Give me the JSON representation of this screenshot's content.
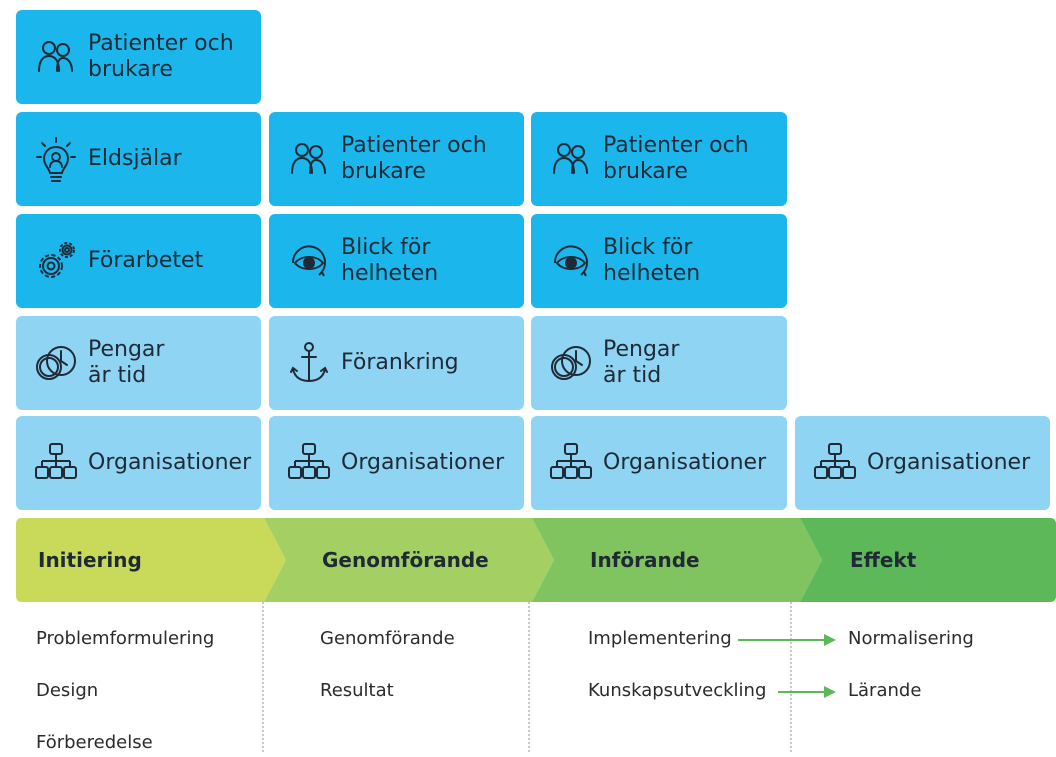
{
  "boxes": [
    {
      "id": "c1r1",
      "icon": "people-icon",
      "lines": [
        "Patienter och",
        "brukare"
      ],
      "shade": "dark"
    },
    {
      "id": "c1r2",
      "icon": "lightbulb-icon",
      "lines": [
        "Eldsjälar"
      ],
      "shade": "dark"
    },
    {
      "id": "c1r3",
      "icon": "gears-icon",
      "lines": [
        "Förarbetet"
      ],
      "shade": "dark"
    },
    {
      "id": "c1r4",
      "icon": "coins-clock-icon",
      "lines": [
        "Pengar",
        "är tid"
      ],
      "shade": "light"
    },
    {
      "id": "c1r5",
      "icon": "org-chart-icon",
      "lines": [
        "Organisationer"
      ],
      "shade": "light"
    },
    {
      "id": "c2r2",
      "icon": "people-icon",
      "lines": [
        "Patienter och",
        "brukare"
      ],
      "shade": "dark"
    },
    {
      "id": "c2r3",
      "icon": "eye-circle-icon",
      "lines": [
        "Blick för",
        "helheten"
      ],
      "shade": "dark"
    },
    {
      "id": "c2r4",
      "icon": "anchor-icon",
      "lines": [
        "Förankring"
      ],
      "shade": "light"
    },
    {
      "id": "c2r5",
      "icon": "org-chart-icon",
      "lines": [
        "Organisationer"
      ],
      "shade": "light"
    },
    {
      "id": "c3r2",
      "icon": "people-icon",
      "lines": [
        "Patienter och",
        "brukare"
      ],
      "shade": "dark"
    },
    {
      "id": "c3r3",
      "icon": "eye-circle-icon",
      "lines": [
        "Blick för",
        "helheten"
      ],
      "shade": "dark"
    },
    {
      "id": "c3r4",
      "icon": "coins-clock-icon",
      "lines": [
        "Pengar",
        "är tid"
      ],
      "shade": "light"
    },
    {
      "id": "c3r5",
      "icon": "org-chart-icon",
      "lines": [
        "Organisationer"
      ],
      "shade": "light"
    },
    {
      "id": "c4r5",
      "icon": "org-chart-icon",
      "lines": [
        "Organisationer"
      ],
      "shade": "light"
    }
  ],
  "phases": [
    {
      "label": "Initiering",
      "color": "#c9da5a"
    },
    {
      "label": "Genomförande",
      "color": "#a3cf63"
    },
    {
      "label": "Införande",
      "color": "#7fc45f"
    },
    {
      "label": "Effekt",
      "color": "#5db85a"
    }
  ],
  "sub": {
    "col1": [
      "Problemformulering",
      "Design",
      "Förberedelse"
    ],
    "col2": [
      "Genomförande",
      "Resultat"
    ],
    "col3": [
      "Implementering",
      "Kunskapsutveckling"
    ],
    "col4": [
      "Normalisering",
      "Lärande"
    ]
  },
  "colors": {
    "dark_box": "#1bb6ec",
    "light_box": "#8fd5f3",
    "arrow": "#5db85a"
  }
}
